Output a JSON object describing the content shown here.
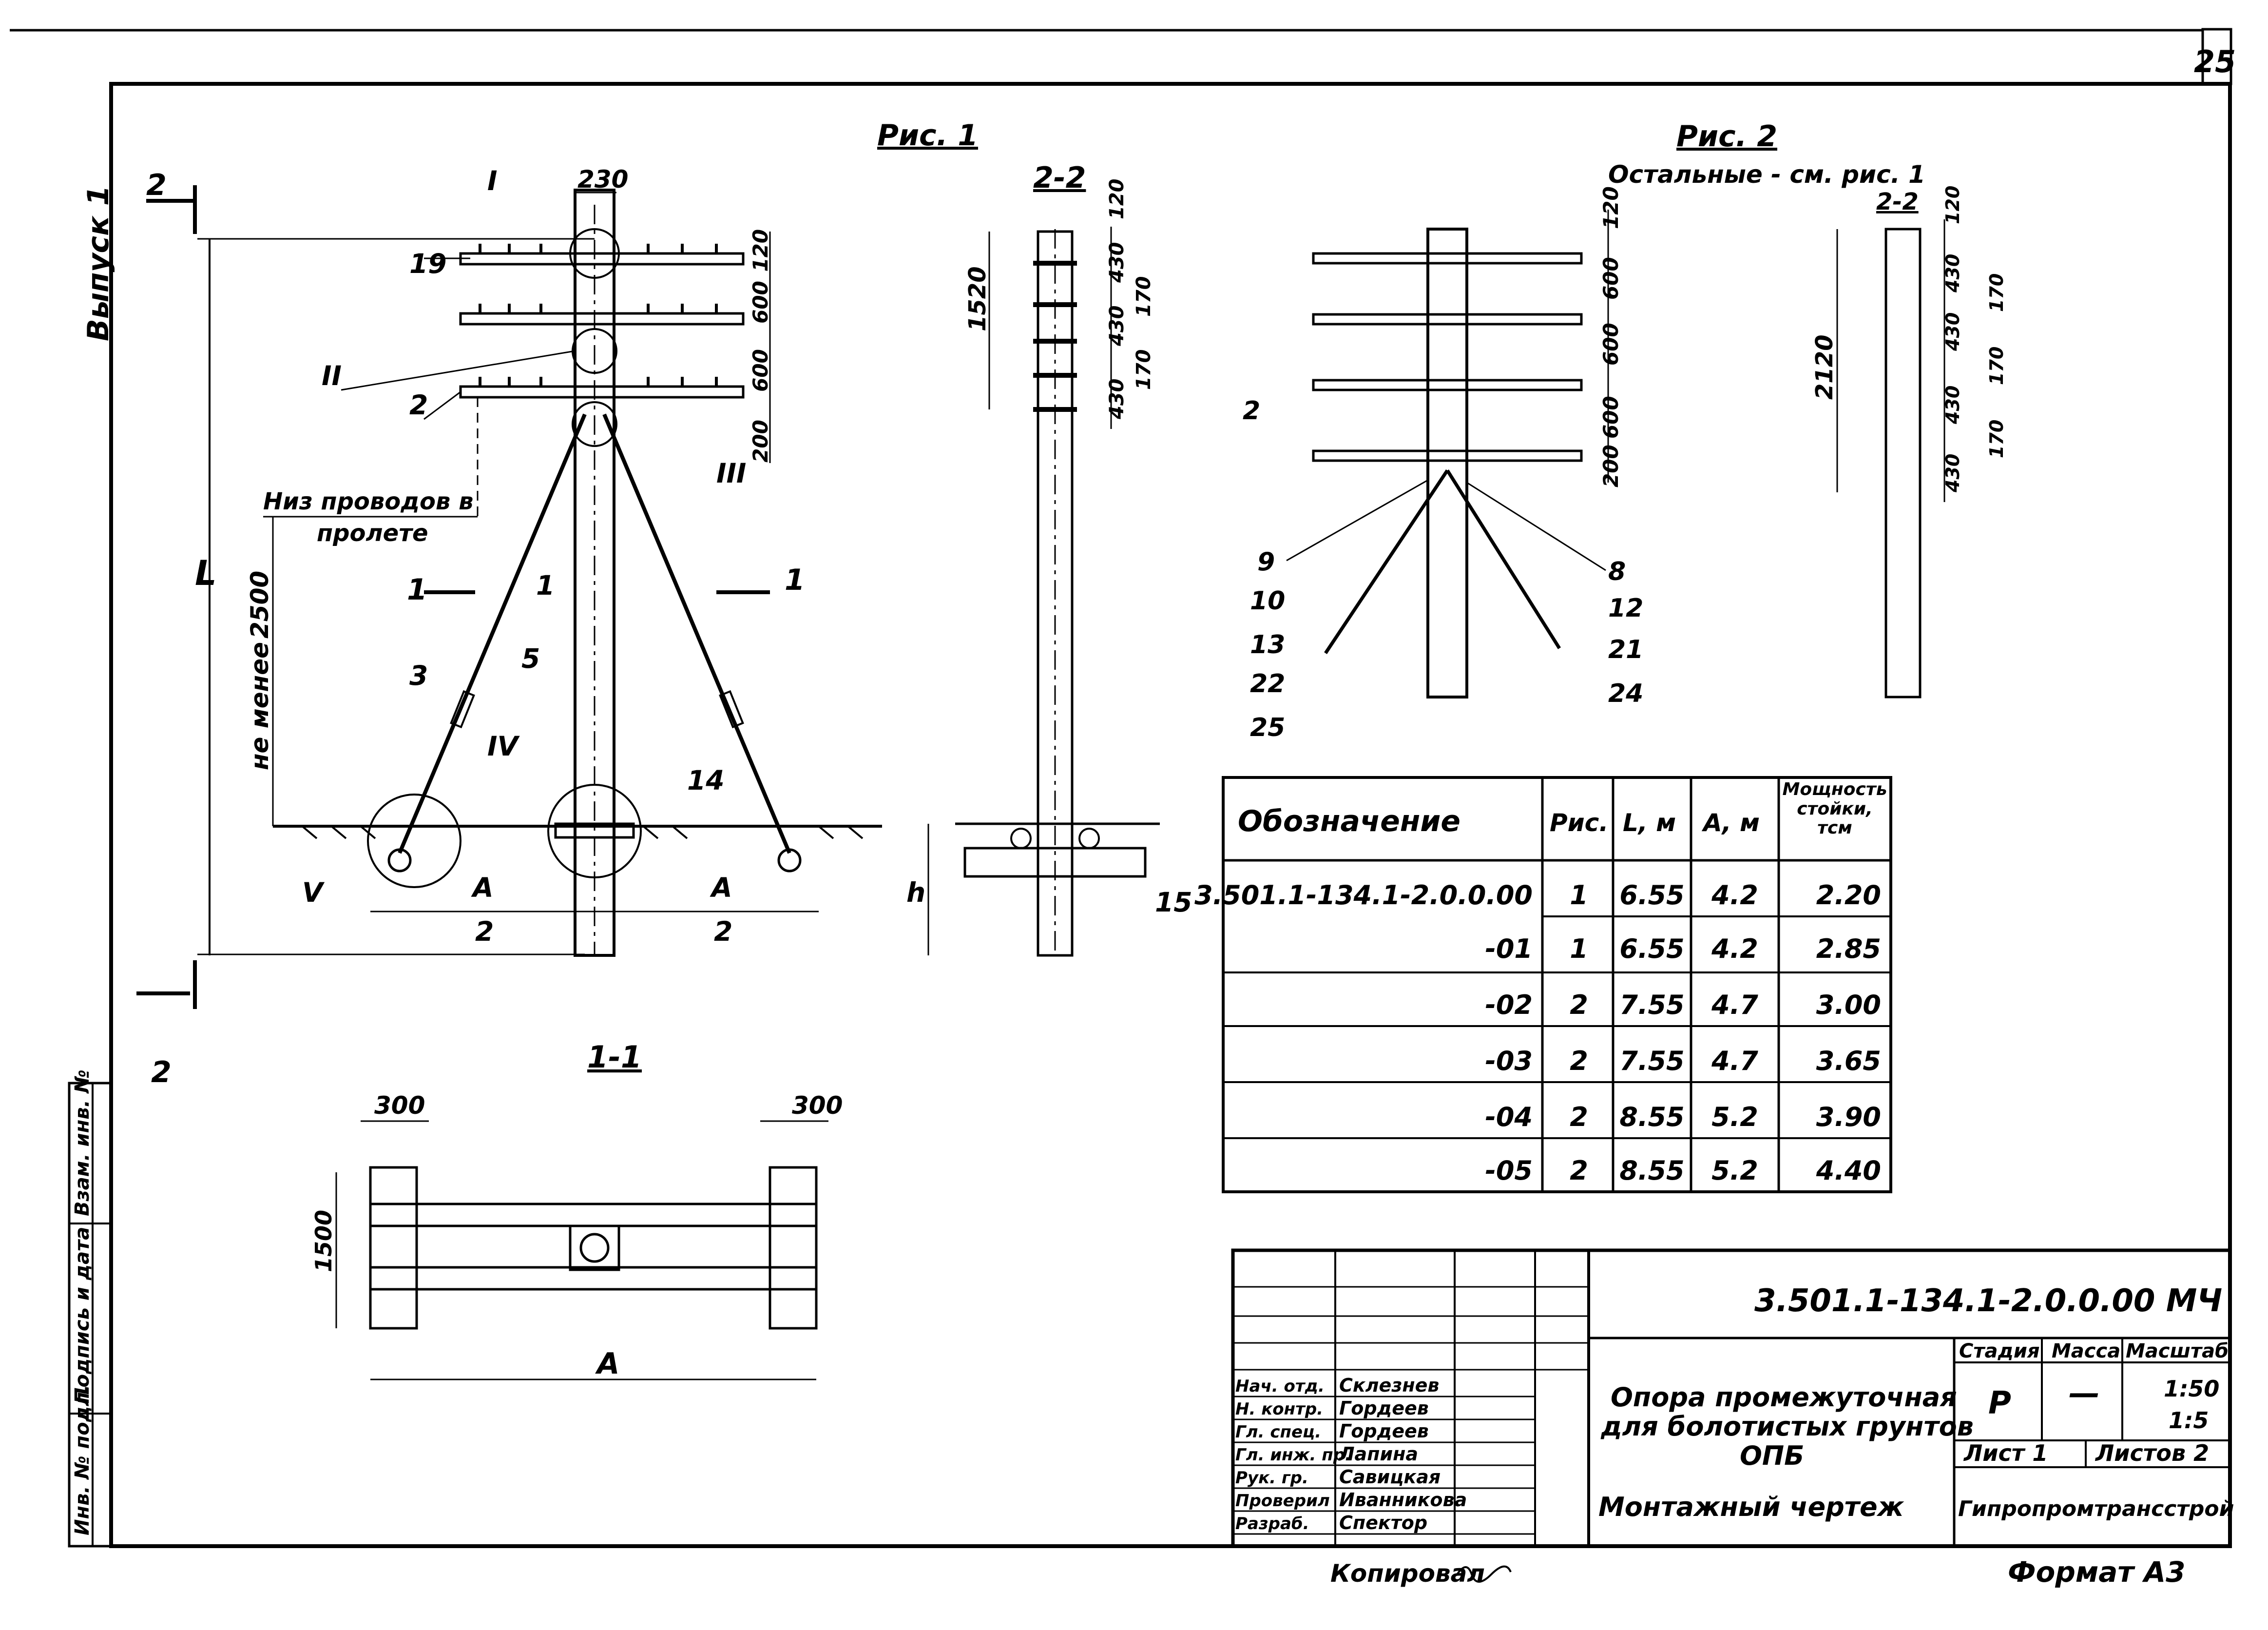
{
  "sheet": {
    "sheet_number": "25",
    "issue_label": "Выпуск 1",
    "side_stamp": [
      "Инв. № подл.",
      "Подпись и дата",
      "Взам. инв. №"
    ],
    "copied_by": "Копировал",
    "format": "Формат А3"
  },
  "fig1": {
    "title": "Рис. 1",
    "top_dim": "230",
    "vertical_dims": [
      "120",
      "600",
      "600",
      "200"
    ],
    "details": [
      "I",
      "II",
      "III",
      "IV",
      "V"
    ],
    "labels": [
      "19",
      "2",
      "3",
      "5",
      "1",
      "14"
    ],
    "note_line1": "Низ проводов в",
    "note_line2": "пролете",
    "dim_2500": "2500",
    "not_less": "не менее",
    "L_symbol": "L",
    "section_1": "1",
    "section_2": "2",
    "A": "А",
    "half": "2"
  },
  "section22": {
    "title": "2-2",
    "dim_1520": "1520",
    "dims": [
      "120",
      "430",
      "430",
      "430",
      "170",
      "170"
    ],
    "h": "h",
    "label_15": "15"
  },
  "fig2": {
    "title": "Рис. 2",
    "note": "Остальные - см. рис. 1",
    "vertical_dims": [
      "120",
      "600",
      "600",
      "600",
      "200"
    ],
    "left_labels": [
      "2",
      "9",
      "10",
      "13",
      "22",
      "25"
    ],
    "right_labels": [
      "8",
      "12",
      "21",
      "24"
    ],
    "section_title": "2-2",
    "dim_2120": "2120",
    "section_dims": [
      "120",
      "430",
      "430",
      "430",
      "430",
      "170",
      "170",
      "170"
    ]
  },
  "section11": {
    "title": "1-1",
    "left_dim": "300",
    "right_dim": "300",
    "height_dim": "1500",
    "A": "А"
  },
  "table": {
    "headers": [
      "Обозначение",
      "Рис.",
      "L, м",
      "А, м",
      "Мощность стойки, тсм"
    ],
    "rows": [
      [
        "3.501.1-134.1-2.0.0.00",
        "1",
        "6.55",
        "4.2",
        "2.20"
      ],
      [
        "-01",
        "1",
        "6.55",
        "4.2",
        "2.85"
      ],
      [
        "-02",
        "2",
        "7.55",
        "4.7",
        "3.00"
      ],
      [
        "-03",
        "2",
        "7.55",
        "4.7",
        "3.65"
      ],
      [
        "-04",
        "2",
        "8.55",
        "5.2",
        "3.90"
      ],
      [
        "-05",
        "2",
        "8.55",
        "5.2",
        "4.40"
      ]
    ]
  },
  "title_block": {
    "code": "3.501.1-134.1-2.0.0.00 МЧ",
    "name_line1": "Опора промежуточная",
    "name_line2": "для болотистых грунтов",
    "name_line3": "ОПБ",
    "drawing_type": "Монтажный чертеж",
    "stage_label": "Стадия",
    "mass_label": "Масса",
    "scale_label": "Масштаб",
    "stage": "Р",
    "mass": "—",
    "scale1": "1:50",
    "scale2": "1:5",
    "sheet": "Лист 1",
    "sheets": "Листов 2",
    "organization": "Гипропромтрансстрой",
    "signers": [
      [
        "Нач. отд.",
        "Склезнев"
      ],
      [
        "Н. контр.",
        "Гордеев"
      ],
      [
        "Гл. спец.",
        "Гордеев"
      ],
      [
        "Гл. инж. пр.",
        "Лапина"
      ],
      [
        "Рук. гр.",
        "Савицкая"
      ],
      [
        "Проверил",
        "Иванникова"
      ],
      [
        "Разраб.",
        "Спектор"
      ]
    ]
  }
}
